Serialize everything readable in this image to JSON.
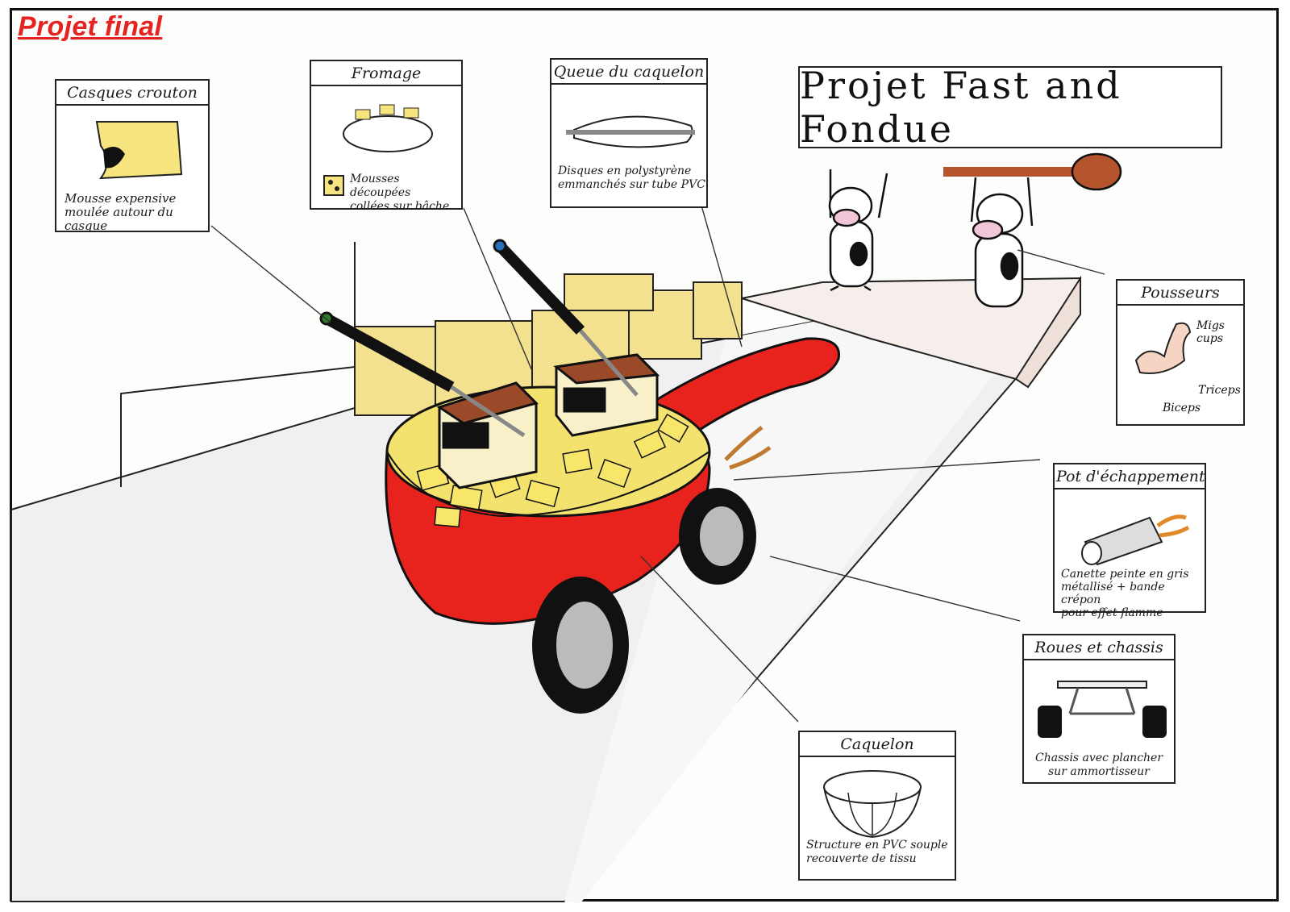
{
  "page": {
    "title": "Projet final",
    "main_title": "Projet Fast and Fondue"
  },
  "cards": {
    "casques": {
      "title": "Casques crouton",
      "caption": [
        "Mousse expensive",
        "moulée autour du casque"
      ]
    },
    "fromage": {
      "title": "Fromage",
      "caption": [
        "Mousses découpées",
        "collées sur bâche"
      ]
    },
    "queue": {
      "title": "Queue du caquelon",
      "caption": [
        "Disques en polystyrène",
        "emmanchés sur tube PVC"
      ]
    },
    "pousseurs": {
      "title": "Pousseurs",
      "labels": {
        "migs": "Migs cups",
        "triceps": "Triceps",
        "biceps": "Biceps"
      }
    },
    "pot": {
      "title": "Pot d'échappement",
      "caption": [
        "Canette peinte en gris",
        "métallisé + bande crépon",
        "pour effet flamme"
      ]
    },
    "roues": {
      "title": "Roues et chassis",
      "caption": [
        "Chassis avec plancher",
        "sur ammortisseur"
      ]
    },
    "caquelon": {
      "title": "Caquelon",
      "caption": [
        "Structure en PVC souple",
        "recouverte de tissu"
      ]
    }
  },
  "colors": {
    "title_red": "#e52421",
    "pot_red": "#e8231e",
    "cheese": "#f4e27a",
    "handle": "#b5532c"
  }
}
